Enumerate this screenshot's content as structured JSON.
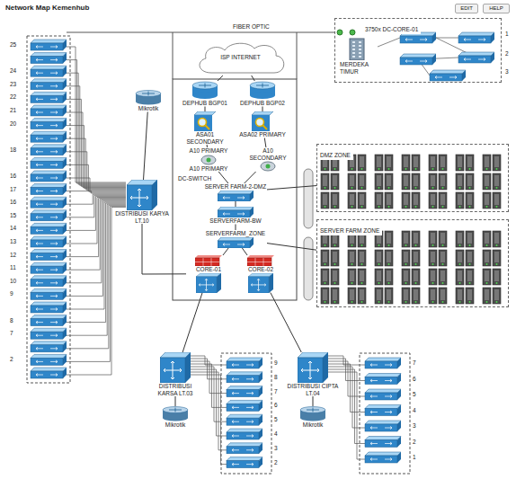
{
  "diagram": {
    "title": "Network Map Kemenhub",
    "nodes": [
      {
        "text": [
          "EDIT"
        ]
      },
      {
        "text": [
          "HELP"
        ]
      },
      {
        "text": [
          "ISP INTERNET"
        ]
      },
      {
        "text": [
          "3750x DC-CORE-01"
        ]
      },
      {
        "text": [
          "MERDEKA TIMUR"
        ],
        "in": 3
      },
      {
        "text": [
          "DEPHUB BGP01"
        ]
      },
      {
        "text": [
          "DEPHUB BGP02"
        ]
      },
      {
        "text": [
          "Mikrotik"
        ]
      },
      {
        "text": [
          "ASA01 SECONDARY"
        ]
      },
      {
        "text": [
          "ASA02 PRIMARY"
        ]
      },
      {
        "text": [
          "A10 PRIMARY",
          "A10 PRIMARY"
        ]
      },
      {
        "text": [
          "A10 SECONDARY"
        ]
      },
      {
        "text": [
          "DMZ ZONE"
        ]
      },
      {
        "text": [
          "DISTRIBUSI KARYA LT.10"
        ]
      },
      {
        "text": [
          "SERVER FARM-2-DMZ"
        ]
      },
      {
        "text": [
          "SERVERFARM-BW"
        ]
      },
      {
        "text": [
          "SERVER FARM ZONE"
        ]
      },
      {
        "text": [
          "SERVERFARM_ZONE"
        ]
      },
      {
        "text": [
          "CORE-01"
        ]
      },
      {
        "text": [
          "CORE-02"
        ]
      },
      {
        "text": [
          "DISTRIBUSI KARSA LT.03"
        ]
      },
      {
        "text": [
          "DISTRIBUSI CIPTA LT.04"
        ]
      },
      {
        "text": [
          "Mikrotik"
        ]
      },
      {
        "text": [
          "Mikrotik"
        ]
      }
    ],
    "edges": [
      {
        "from": 2,
        "to": 5,
        "arrow": "none"
      },
      {
        "from": 2,
        "to": 6,
        "arrow": "none"
      },
      {
        "from": 5,
        "to": 8,
        "arrow": "none"
      },
      {
        "from": 6,
        "to": 9,
        "arrow": "none"
      },
      {
        "from": 8,
        "to": 10,
        "arrow": "none"
      },
      {
        "from": 9,
        "to": 11,
        "arrow": "none"
      },
      {
        "from": 10,
        "to": 14,
        "arrow": "none"
      },
      {
        "from": 11,
        "to": 14,
        "arrow": "none"
      },
      {
        "from": 14,
        "to": 12,
        "arrow": "none"
      },
      {
        "from": 14,
        "to": 15,
        "arrow": "none"
      },
      {
        "from": 15,
        "to": 17,
        "arrow": "none"
      },
      {
        "from": 17,
        "to": 16,
        "arrow": "none"
      },
      {
        "from": 17,
        "to": 18,
        "arrow": "none"
      },
      {
        "from": 17,
        "to": 19,
        "arrow": "none"
      },
      {
        "from": 18,
        "to": 13,
        "arrow": "none"
      },
      {
        "from": 18,
        "to": 20,
        "arrow": "none"
      },
      {
        "from": 19,
        "to": 21,
        "arrow": "none"
      },
      {
        "from": 7,
        "to": 13,
        "arrow": "none"
      },
      {
        "from": 20,
        "to": 22,
        "arrow": "none"
      },
      {
        "from": 21,
        "to": 23,
        "arrow": "none"
      }
    ],
    "labels": [
      "FIBER OPTIC",
      "DC-SWITCH",
      "25",
      "24",
      "23",
      "22",
      "21",
      "20",
      "18",
      "16",
      "17",
      "16",
      "15",
      "14",
      "13",
      "12",
      "11",
      "10",
      "9",
      "8",
      "7",
      "2",
      "1",
      "2",
      "3",
      "9",
      "8",
      "7",
      "6",
      "5",
      "4",
      "3",
      "2",
      "7",
      "6",
      "5",
      "4",
      "3",
      "2",
      "1"
    ]
  }
}
